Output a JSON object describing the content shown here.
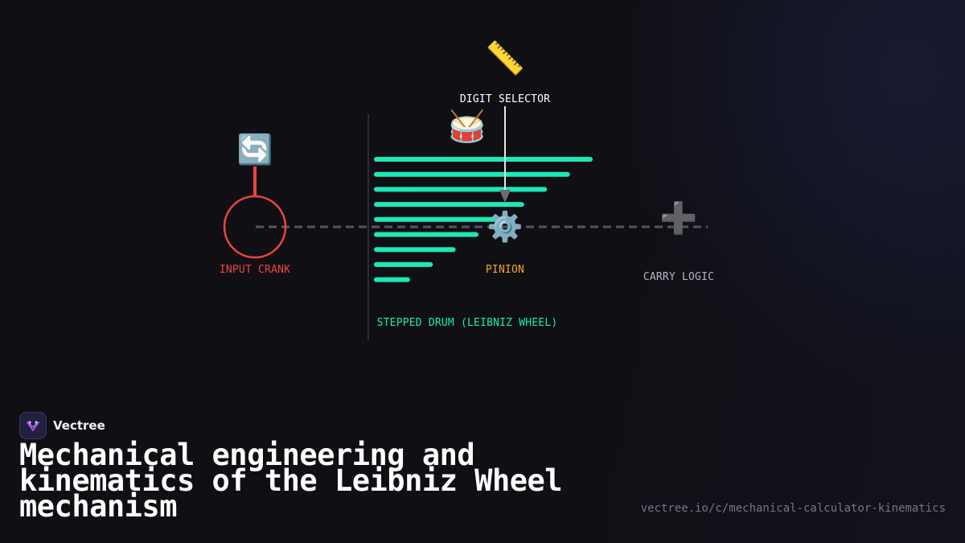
{
  "diagram": {
    "nodes": {
      "input_crank": {
        "label": "INPUT CRANK",
        "icon": "counterclockwise-arrows-icon",
        "glyph": "🔄",
        "color": "#ef4444"
      },
      "digit_selector": {
        "label": "DIGIT SELECTOR",
        "icon": "ruler-icon",
        "glyph": "📏",
        "color": "#ffffff"
      },
      "stepped_drum": {
        "label": "STEPPED DRUM (LEIBNIZ WHEEL)",
        "icon": "drum-icon",
        "glyph": "🥁",
        "color": "#1de9b6",
        "steps": 9
      },
      "pinion": {
        "label": "PINION",
        "icon": "gear-icon",
        "glyph": "⚙️",
        "color": "#f5a524"
      },
      "carry_logic": {
        "label": "CARRY LOGIC",
        "icon": "plus-icon",
        "glyph": "➕",
        "color": "#b5b5bd"
      }
    },
    "connector_color": "#55555c"
  },
  "brand": {
    "name": "Vectree",
    "accent": "#a855f7"
  },
  "title": "Mechanical engineering and kinematics of the Leibniz Wheel mechanism",
  "url": "vectree.io/c/mechanical-calculator-kinematics"
}
